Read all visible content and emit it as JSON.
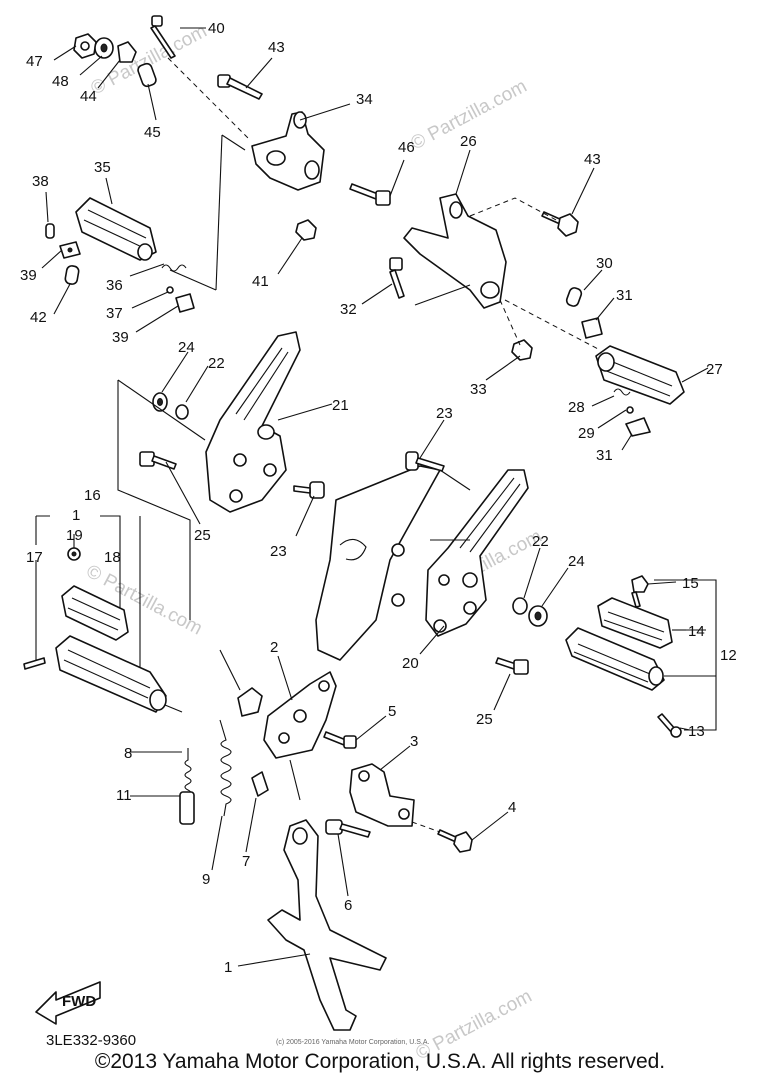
{
  "diagram_code": "3LE332-9360",
  "fwd_arrow_label": "FWD",
  "watermarks": [
    "© Partzilla.com",
    "© Partzilla.com",
    "© Partzilla.com",
    "© Partzilla.com",
    "© Partzilla.com"
  ],
  "small_copyright": "(c) 2005-2016 Yamaha Motor Corporation, U.S.A.",
  "copyright": "©2013 Yamaha Motor Corporation, U.S.A. All rights reserved.",
  "callouts": [
    {
      "id": "c40",
      "label": "40"
    },
    {
      "id": "c47",
      "label": "47"
    },
    {
      "id": "c48",
      "label": "48"
    },
    {
      "id": "c44",
      "label": "44"
    },
    {
      "id": "c43a",
      "label": "43"
    },
    {
      "id": "c45",
      "label": "45"
    },
    {
      "id": "c34",
      "label": "34"
    },
    {
      "id": "c35",
      "label": "35"
    },
    {
      "id": "c46",
      "label": "46"
    },
    {
      "id": "c26",
      "label": "26"
    },
    {
      "id": "c43b",
      "label": "43"
    },
    {
      "id": "c38",
      "label": "38"
    },
    {
      "id": "c39a",
      "label": "39"
    },
    {
      "id": "c36",
      "label": "36"
    },
    {
      "id": "c41",
      "label": "41"
    },
    {
      "id": "c42",
      "label": "42"
    },
    {
      "id": "c37",
      "label": "37"
    },
    {
      "id": "c39b",
      "label": "39"
    },
    {
      "id": "c30",
      "label": "30"
    },
    {
      "id": "c32",
      "label": "32"
    },
    {
      "id": "c31a",
      "label": "31"
    },
    {
      "id": "c24a",
      "label": "24"
    },
    {
      "id": "c22a",
      "label": "22"
    },
    {
      "id": "c33",
      "label": "33"
    },
    {
      "id": "c27",
      "label": "27"
    },
    {
      "id": "c21",
      "label": "21"
    },
    {
      "id": "c28",
      "label": "28"
    },
    {
      "id": "c29",
      "label": "29"
    },
    {
      "id": "c23a",
      "label": "23"
    },
    {
      "id": "c31b",
      "label": "31"
    },
    {
      "id": "c25a",
      "label": "25"
    },
    {
      "id": "c16",
      "label": "16"
    },
    {
      "id": "c23b",
      "label": "23"
    },
    {
      "id": "c1a",
      "label": "1"
    },
    {
      "id": "c19",
      "label": "19"
    },
    {
      "id": "c18",
      "label": "18"
    },
    {
      "id": "c17",
      "label": "17"
    },
    {
      "id": "c22b",
      "label": "22"
    },
    {
      "id": "c24b",
      "label": "24"
    },
    {
      "id": "c15",
      "label": "15"
    },
    {
      "id": "c14",
      "label": "14"
    },
    {
      "id": "c12",
      "label": "12"
    },
    {
      "id": "c20",
      "label": "20"
    },
    {
      "id": "c2",
      "label": "2"
    },
    {
      "id": "c25b",
      "label": "25"
    },
    {
      "id": "c13",
      "label": "13"
    },
    {
      "id": "c5",
      "label": "5"
    },
    {
      "id": "c3",
      "label": "3"
    },
    {
      "id": "c8",
      "label": "8"
    },
    {
      "id": "c11",
      "label": "11"
    },
    {
      "id": "c4",
      "label": "4"
    },
    {
      "id": "c7",
      "label": "7"
    },
    {
      "id": "c9",
      "label": "9"
    },
    {
      "id": "c6",
      "label": "6"
    },
    {
      "id": "c1b",
      "label": "1"
    }
  ]
}
